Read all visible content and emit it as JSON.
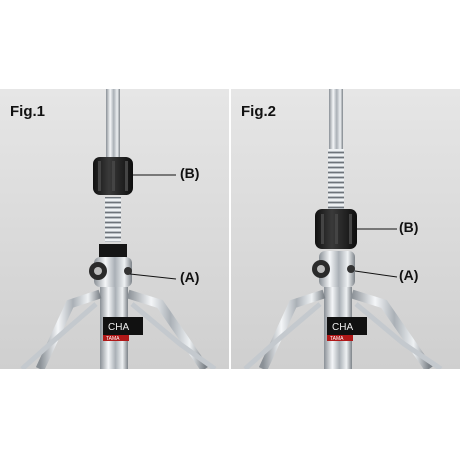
{
  "figures": [
    {
      "label": "Fig.1",
      "callout_a": "(A)",
      "callout_b": "(B)",
      "badge_text": "CHA",
      "brand_text": "TAMA"
    },
    {
      "label": "Fig.2",
      "callout_a": "(A)",
      "callout_b": "(B)",
      "badge_text": "CHA",
      "brand_text": "TAMA"
    }
  ],
  "colors": {
    "background": "#d9d9d9",
    "chrome": "#c8cdd2",
    "nut": "#1f1f1f"
  }
}
